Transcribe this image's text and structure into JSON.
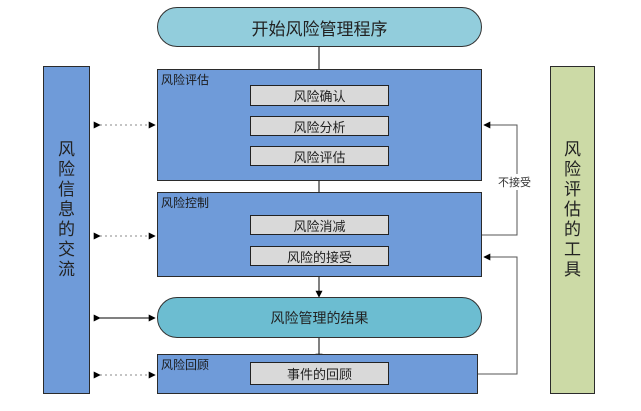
{
  "start": {
    "label": "开始风险管理程序"
  },
  "assessment": {
    "title": "风险评估",
    "steps": [
      "风险确认",
      "风险分析",
      "风险评估"
    ]
  },
  "control": {
    "title": "风险控制",
    "steps": [
      "风险消减",
      "风险的接受"
    ]
  },
  "result": {
    "label": "风险管理的结果"
  },
  "review": {
    "title": "风险回顾",
    "steps": [
      "事件的回顾"
    ]
  },
  "left_side": {
    "chars": [
      "风",
      "险",
      "信",
      "息",
      "的",
      "交",
      "流"
    ]
  },
  "right_side": {
    "chars": [
      "风",
      "险",
      "评",
      "估",
      "的",
      "工",
      "具"
    ]
  },
  "feedback": {
    "reject_label": "不接受"
  },
  "colors": {
    "start_pill": "#92cddc",
    "result_pill": "#6cbdd1",
    "panel": "#6f9bd9",
    "step_box": "#d9d9d9",
    "tool_column": "#ccdaa6"
  }
}
